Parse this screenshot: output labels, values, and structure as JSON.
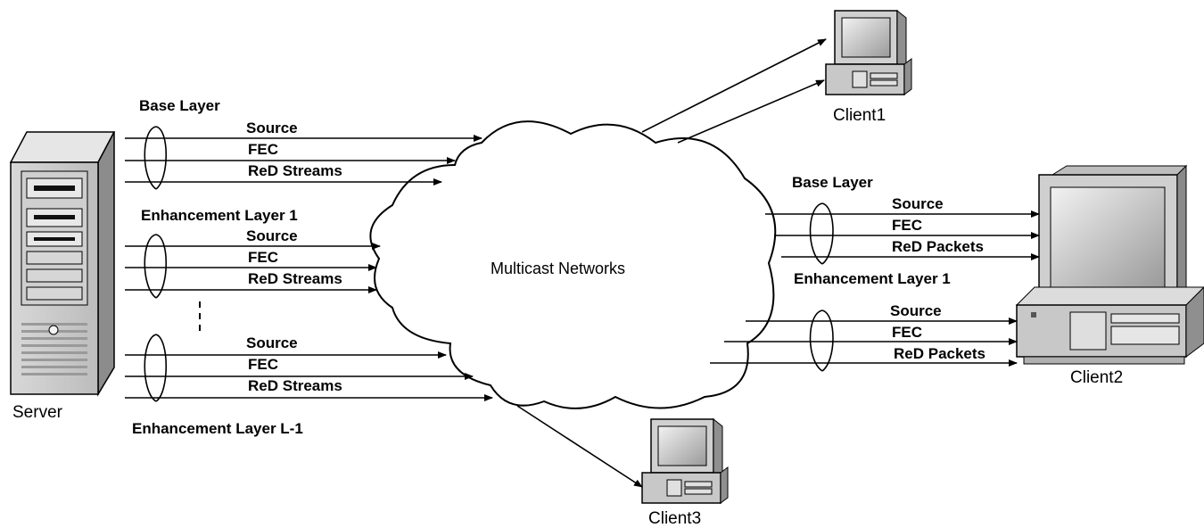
{
  "cloud_label": "Multicast Networks",
  "server": {
    "name": "Server",
    "groups": [
      {
        "heading": "Base Layer",
        "streams": [
          "Source",
          "FEC",
          "ReD Streams"
        ]
      },
      {
        "heading": "Enhancement Layer 1",
        "streams": [
          "Source",
          "FEC",
          "ReD Streams"
        ]
      },
      {
        "heading": "Enhancement Layer L-1",
        "streams": [
          "Source",
          "FEC",
          "ReD Streams"
        ]
      }
    ]
  },
  "client2": {
    "name": "Client2",
    "groups": [
      {
        "heading": "Base Layer",
        "streams": [
          "Source",
          "FEC",
          "ReD Packets"
        ]
      },
      {
        "heading": "Enhancement Layer 1",
        "streams": [
          "Source",
          "FEC",
          "ReD Packets"
        ]
      }
    ]
  },
  "client1": {
    "name": "Client1"
  },
  "client3": {
    "name": "Client3"
  }
}
